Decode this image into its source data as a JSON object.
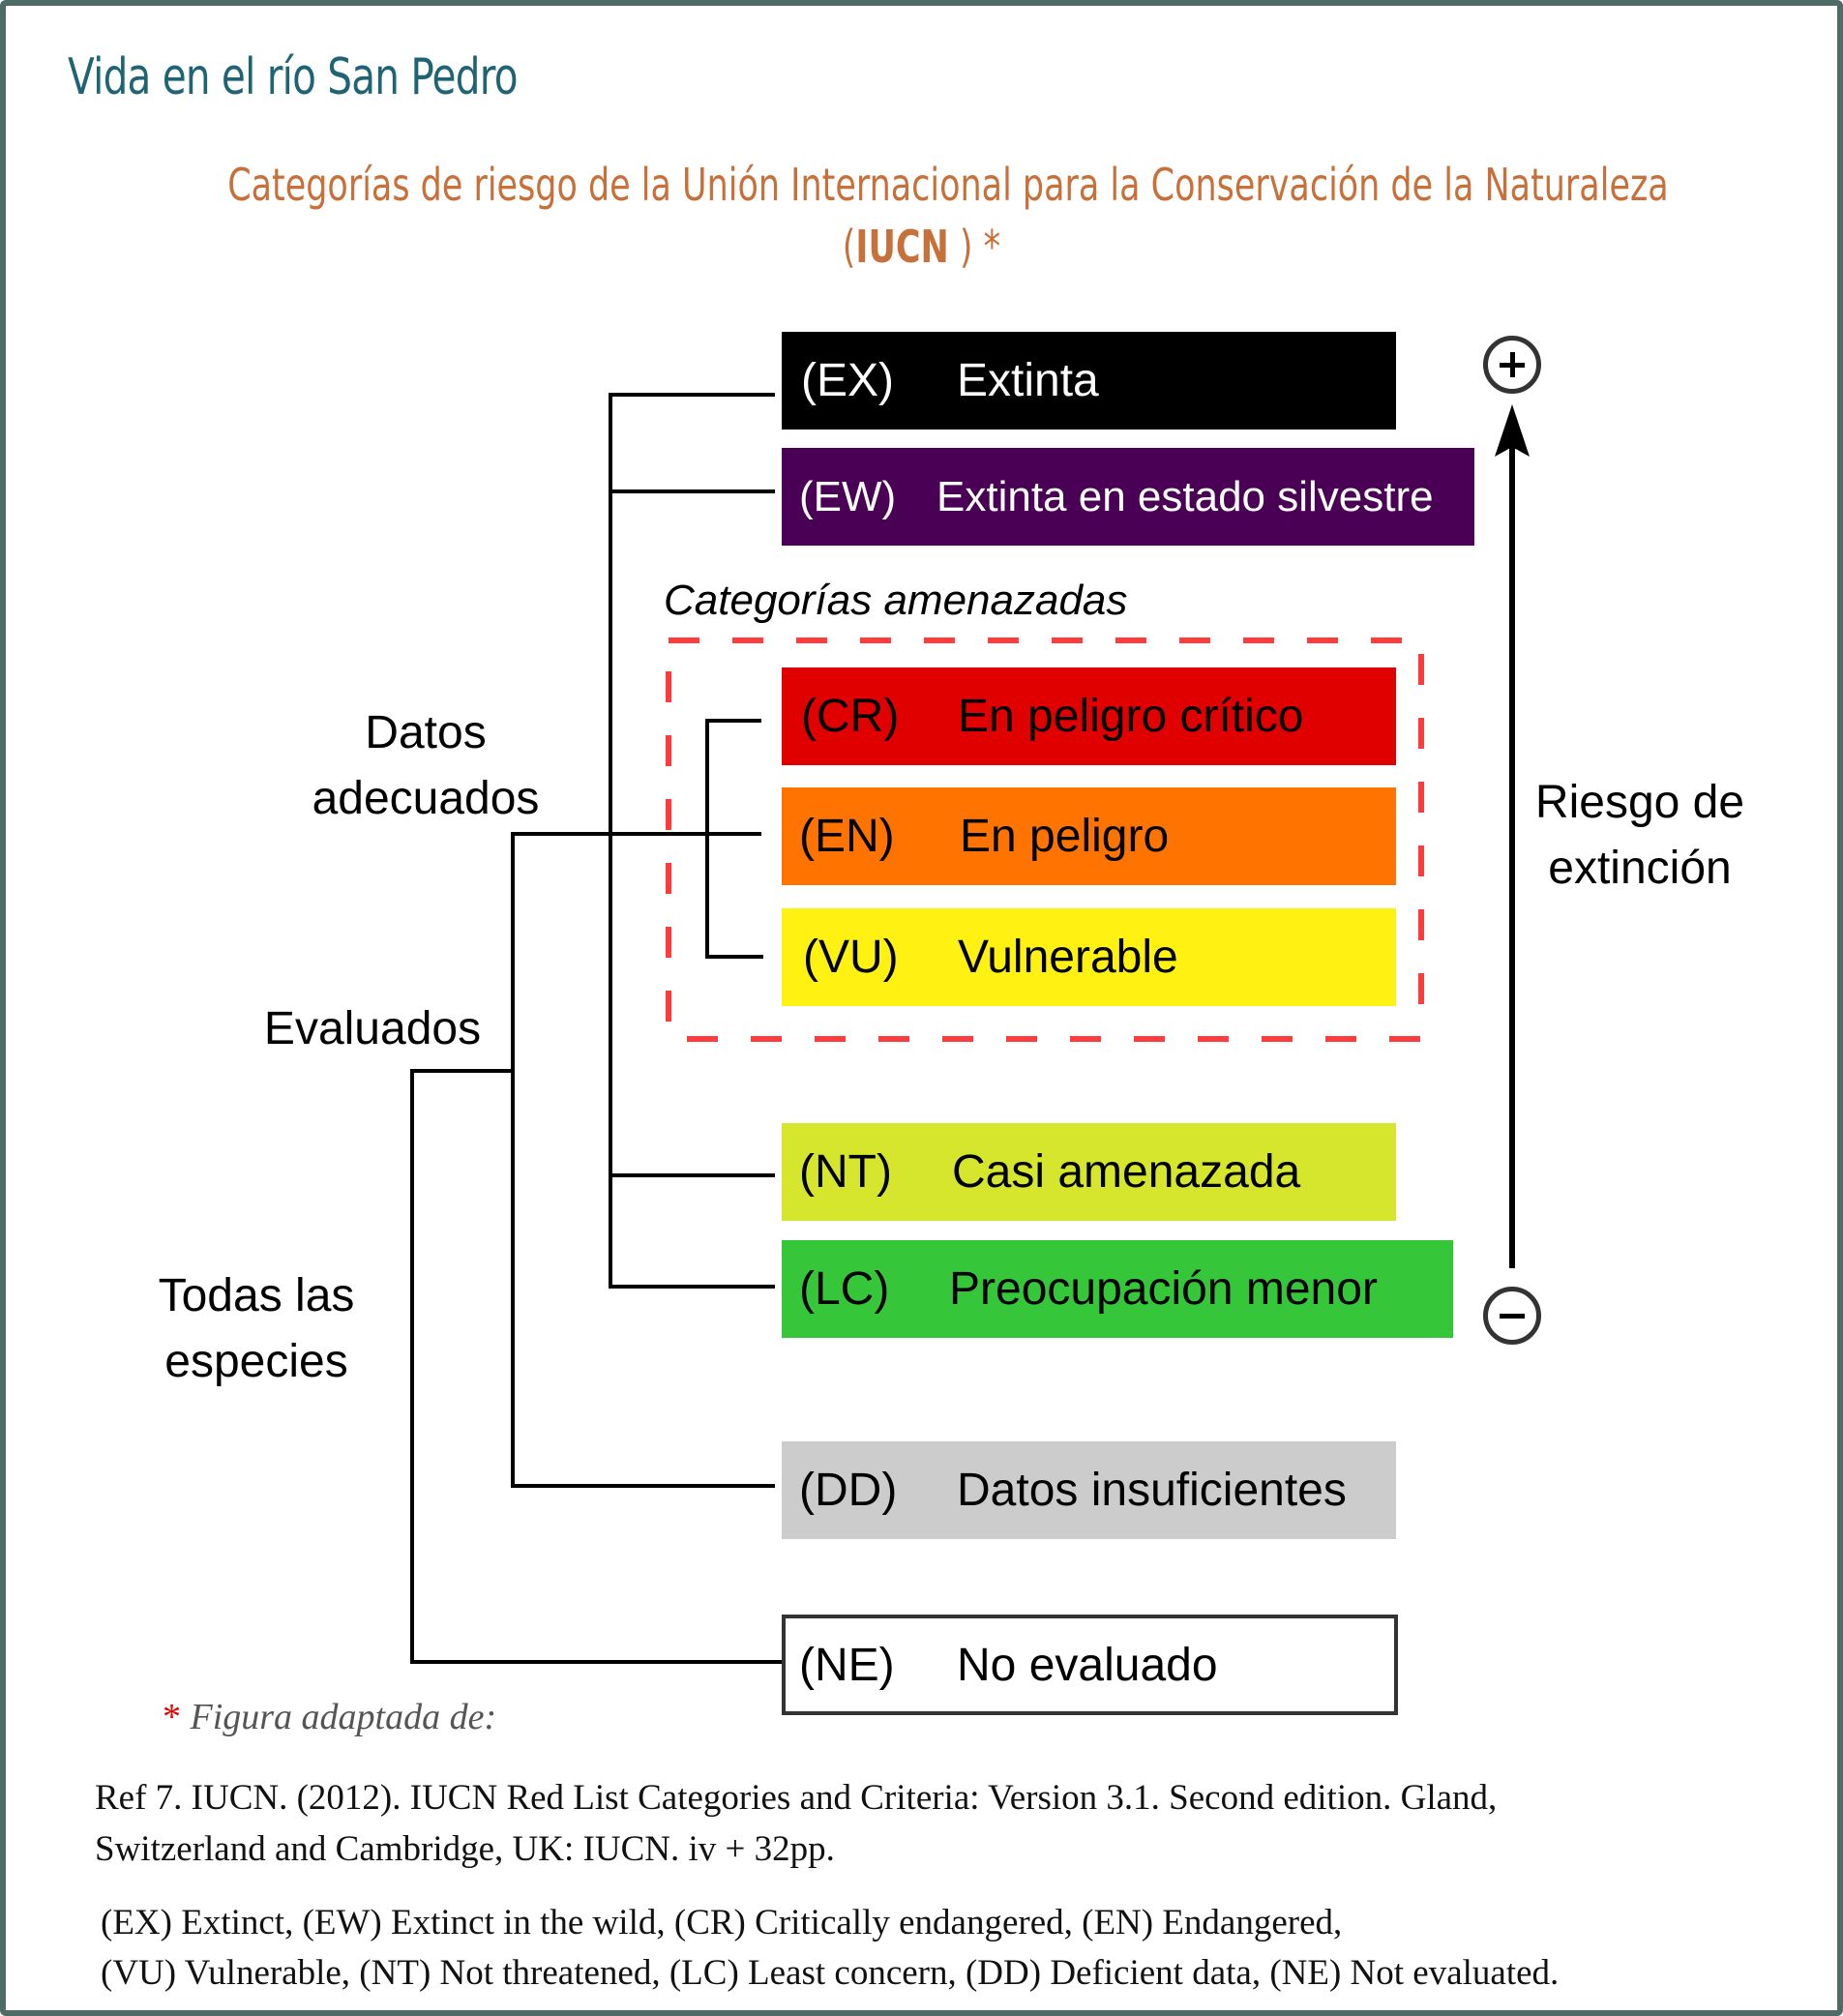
{
  "header": {
    "title": "Vida en el río San Pedro",
    "subtitle_line1": "Categorías de riesgo de la  Unión Internacional para la Conservación de la Naturaleza",
    "subtitle_open": "(",
    "subtitle_acronym": "IUCN",
    "subtitle_close": " ) *"
  },
  "diagram": {
    "threatened_heading": "Categorías amenazadas",
    "groups": {
      "all_species": [
        "Todas las",
        "especies"
      ],
      "evaluated": "Evaluados",
      "adequate_data": [
        "Datos",
        "adecuados"
      ]
    },
    "categories": [
      {
        "code": "(EX)",
        "label": "Extinta",
        "color": "#000000",
        "text_color": "#ffffff"
      },
      {
        "code": "(EW)",
        "label": "Extinta en estado silvestre",
        "color": "#4a0054",
        "text_color": "#ffffff"
      },
      {
        "code": "(CR)",
        "label": "En peligro crítico",
        "color": "#e00000",
        "text_color": "#000000"
      },
      {
        "code": "(EN)",
        "label": "En peligro",
        "color": "#ff7300",
        "text_color": "#000000"
      },
      {
        "code": "(VU)",
        "label": "Vulnerable",
        "color": "#fff212",
        "text_color": "#000000"
      },
      {
        "code": "(NT)",
        "label": "Casi amenazada",
        "color": "#d5e62c",
        "text_color": "#000000"
      },
      {
        "code": "(LC)",
        "label": "Preocupación menor",
        "color": "#36c63a",
        "text_color": "#000000"
      },
      {
        "code": "(DD)",
        "label": "Datos insuficientes",
        "color": "#cccccc",
        "text_color": "#000000"
      },
      {
        "code": "(NE)",
        "label": "No evaluado",
        "color": "#ffffff",
        "text_color": "#000000"
      }
    ],
    "risk_axis": {
      "label": [
        "Riesgo de",
        "extinción"
      ],
      "top_symbol": "plus-icon",
      "bottom_symbol": "minus-icon"
    },
    "threatened_box_color": "#ff3b3b"
  },
  "footer": {
    "source_star": "*",
    "source_label": " Figura adaptada de:",
    "reference": [
      "Ref 7. IUCN. (2012). IUCN Red List Categories and Criteria: Version 3.1. Second edition. Gland,",
      "Switzerland and Cambridge, UK: IUCN. iv + 32pp."
    ],
    "abbreviations": [
      "(EX) Extinct, (EW) Extinct in the wild, (CR) Critically endangered, (EN) Endangered,",
      "(VU) Vulnerable, (NT) Not threatened, (LC) Least concern, (DD) Deficient data, (NE) Not evaluated."
    ]
  }
}
